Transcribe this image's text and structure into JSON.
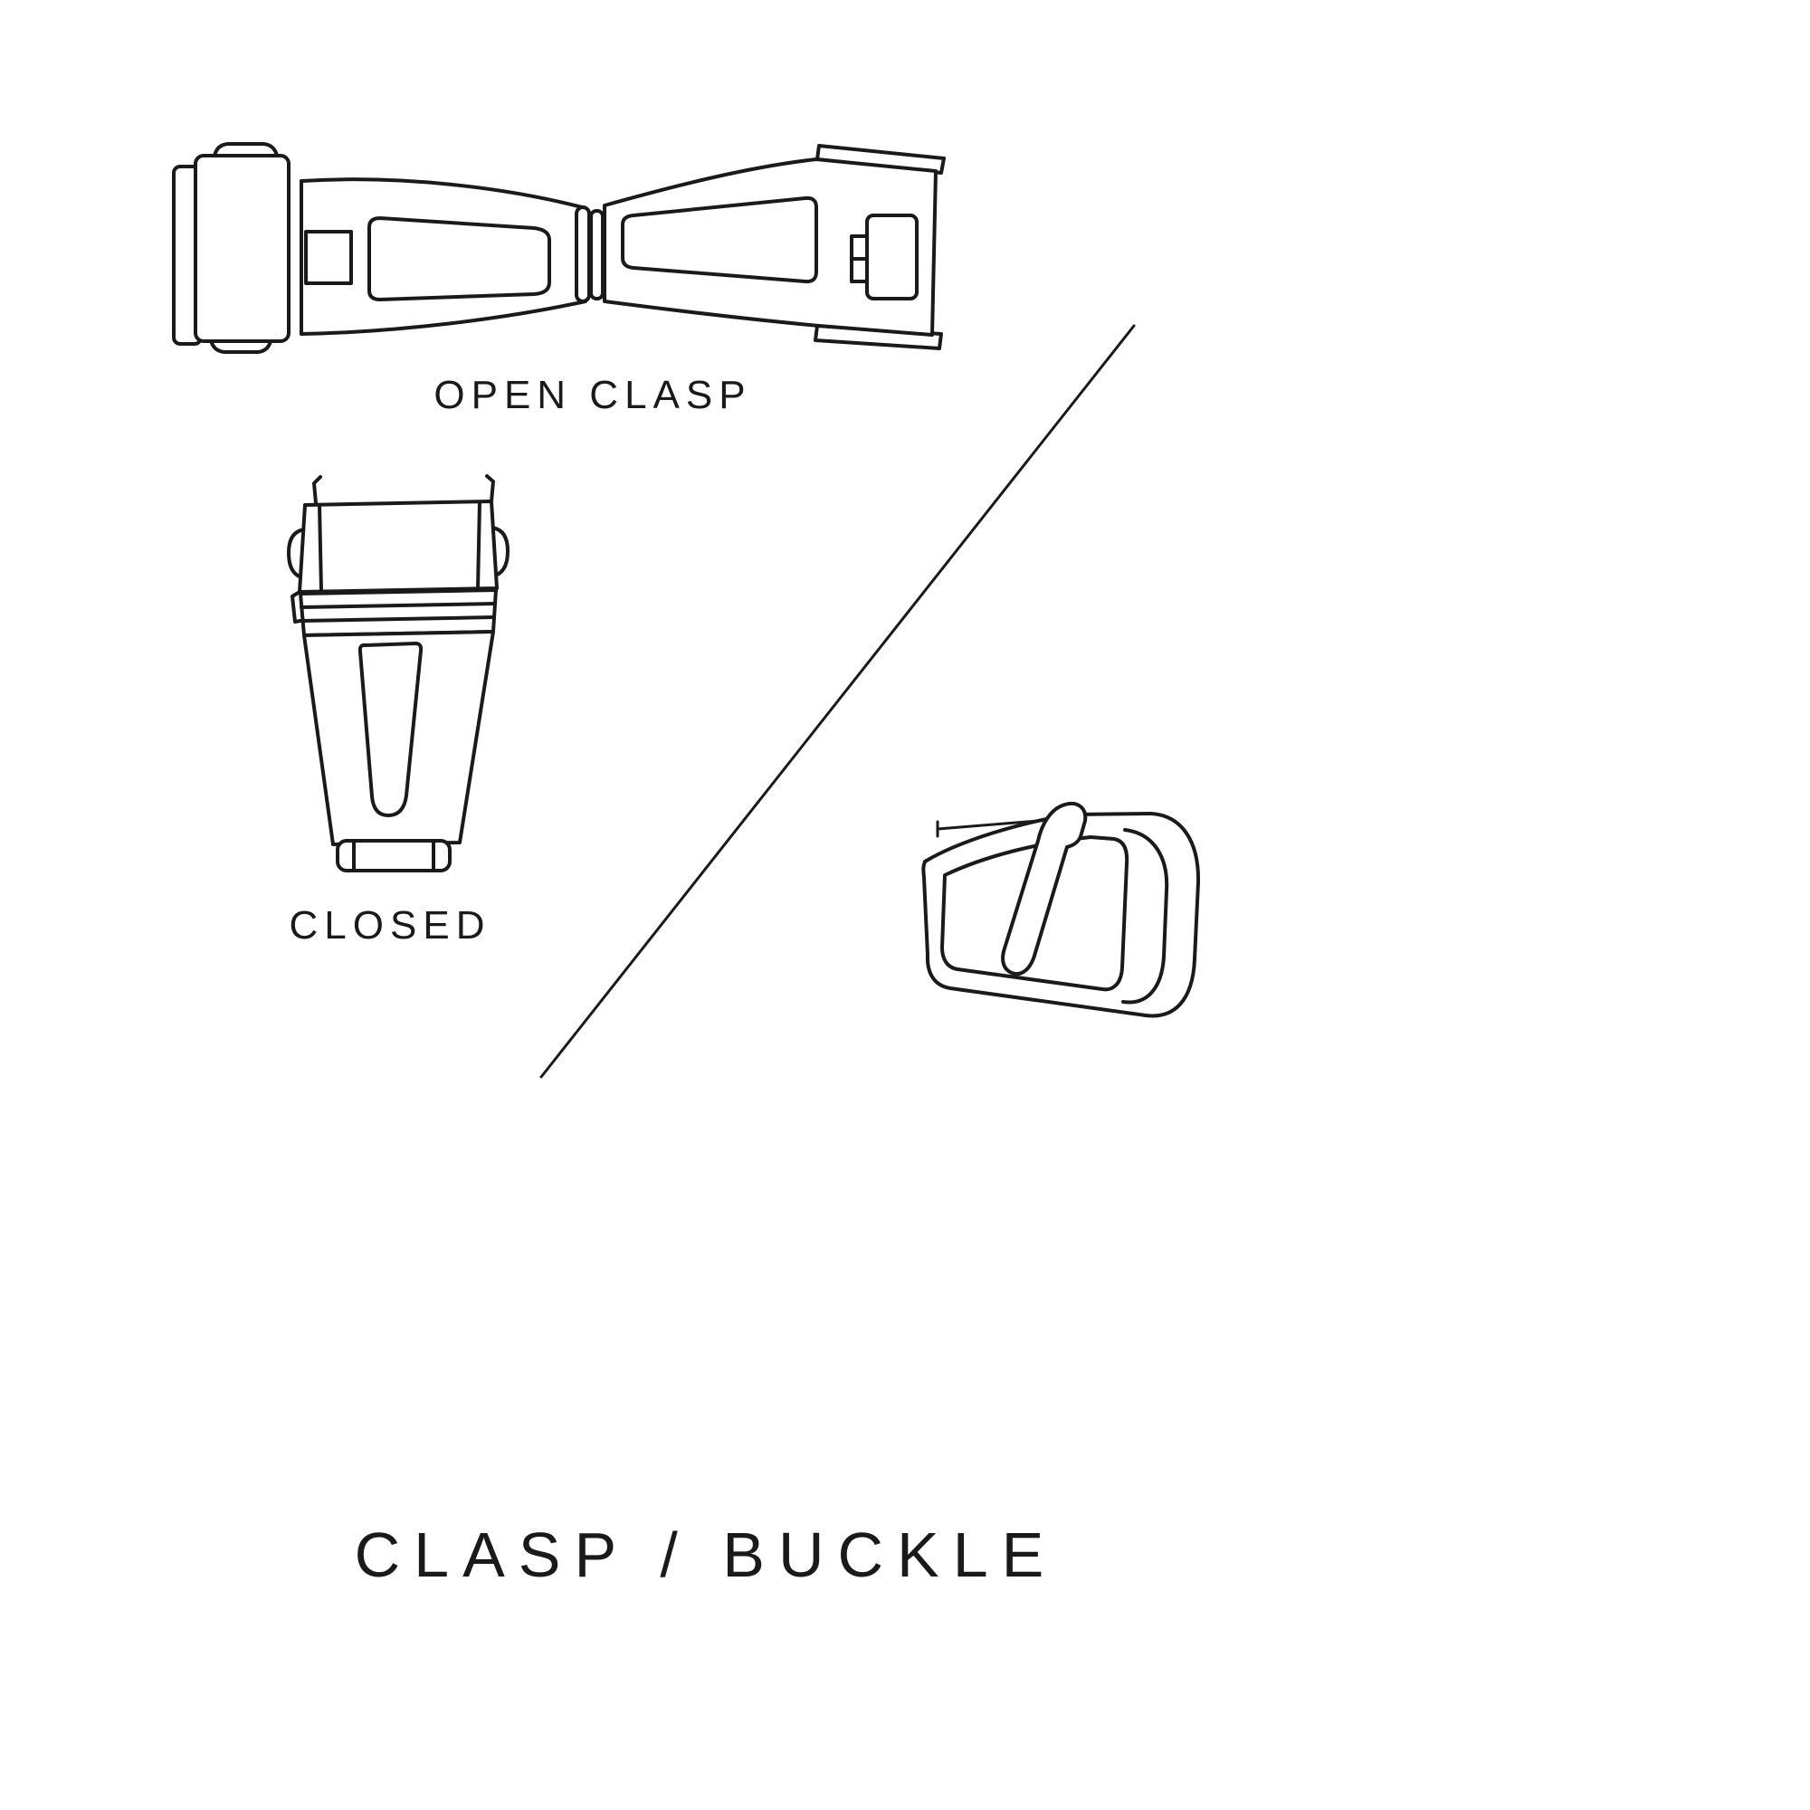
{
  "page": {
    "background": "#ffffff",
    "ink": "#1a1a1a"
  },
  "labels": {
    "open_clasp": "OPEN CLASP",
    "closed": "CLOSED",
    "title": "CLASP / BUCKLE"
  },
  "illustrations": {
    "open_clasp": "open-deployant-clasp-line-drawing",
    "closed_clasp": "closed-clasp-line-drawing",
    "buckle": "tang-buckle-line-drawing",
    "divider": "diagonal-divider-line"
  }
}
